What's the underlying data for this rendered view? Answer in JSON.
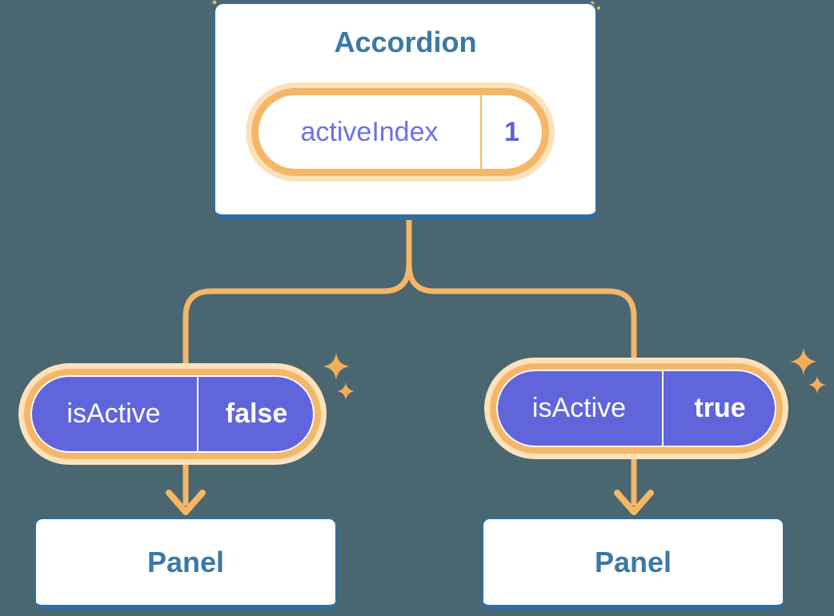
{
  "accordion": {
    "title": "Accordion",
    "state": {
      "name": "activeIndex",
      "value": "1"
    }
  },
  "children": [
    {
      "prop": {
        "name": "isActive",
        "value": "false"
      },
      "panel_title": "Panel"
    },
    {
      "prop": {
        "name": "isActive",
        "value": "true"
      },
      "panel_title": "Panel"
    }
  ],
  "icons": {
    "sparkles": "four-point-sparkle-stars",
    "arrow": "down-arrow-chevron"
  },
  "colors": {
    "background": "#4A6670",
    "card_background": "#FFFFFF",
    "card_border_blue": "#2E6F9F",
    "heading_text_blue": "#3979A6",
    "pill_ring_orange": "#F5B767",
    "pill_halo_cream": "#FBE2BB",
    "prop_pill_purple": "#6165DB",
    "state_label_purple": "#6B71E8",
    "state_value_purple": "#5C61DB",
    "prop_text_white": "#FFFFFF",
    "connector_orange": "#F5B767",
    "sparkle_orange": "#F2AE5C"
  }
}
